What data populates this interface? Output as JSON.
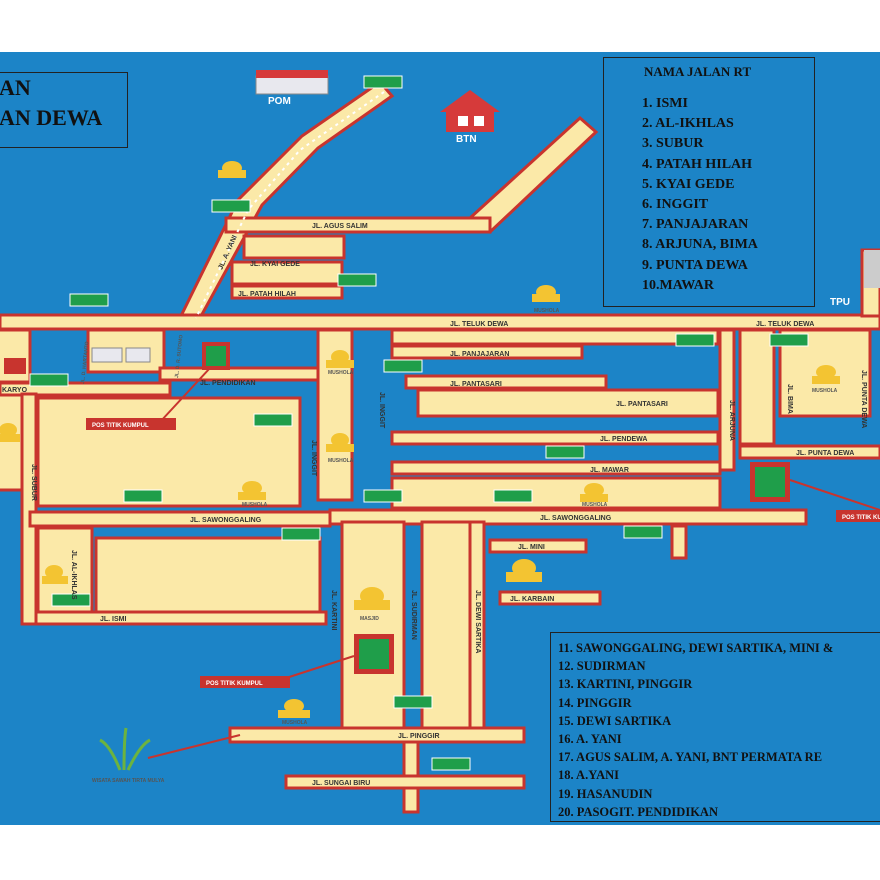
{
  "title": {
    "line1": "AN",
    "line2": "AN DEWA"
  },
  "legend_top": {
    "heading": "NAMA JALAN RT",
    "items": [
      "1.  ISMI",
      "2.  AL-IKHLAS",
      "3.  SUBUR",
      "4.  PATAH HILAH",
      "5.  KYAI GEDE",
      "6.  INGGIT",
      "7.  PANJAJARAN",
      "8.  ARJUNA, BIMA",
      "9.  PUNTA DEWA",
      "10.MAWAR"
    ]
  },
  "legend_bottom": {
    "items": [
      "11. SAWONGGALING, DEWI SARTIKA, MINI &",
      "12. SUDIRMAN",
      "13. KARTINI, PINGGIR",
      "14. PINGGIR",
      "15. DEWI SARTIKA",
      "16. A. YANI",
      "17. AGUS SALIM, A. YANI, BNT PERMATA RE",
      "18. A.YANI",
      "19. HASANUDIN",
      "20. PASOGIT. PENDIDIKAN"
    ]
  },
  "places": {
    "pom": "POM",
    "btn": "BTN",
    "tpu": "TPU",
    "wisata": "WISATA SAWAH TIRTA MULYA"
  },
  "streets": {
    "agus_salim": "JL. AGUS SALIM",
    "a_yani": "JL. A. YANI",
    "kyai_gede": "JL. KYAI GEDE",
    "patah_hilah": "JL. PATAH HILAH",
    "dr_sutomo": "JL. D. R. SUTOMO",
    "teluk_dewa1": "JL. TELUK DEWA",
    "teluk_dewa2": "JL. TELUK DEWA",
    "panjajaran": "JL. PANJAJARAN",
    "pantasari1": "JL. PANTASARI",
    "pantasari2": "JL. PANTASARI",
    "pendewa": "JL. PENDEWA",
    "mawar": "JL. MAWAR",
    "pendidikan": "JL. PENDIDIKAN",
    "inggit1": "JL. INGGIT",
    "inggit2": "JL. INGGIT",
    "arjuna": "JL. ARJUNA",
    "bima": "JL. BIMA",
    "punta_dewa1": "JL. PUNTA DEWA",
    "punta_dewa2": "JL. PUNTA DEWA",
    "sawonggaling1": "JL. SAWONGGALING",
    "sawonggaling2": "JL. SAWONGGALING",
    "mini": "JL. MINI",
    "karbain": "JL. KARBAIN",
    "subur": "JL. SUBUR",
    "al_ikhlas": "JL. AL-IKHLAS",
    "ismi": "JL. ISMI",
    "kartini": "JL. KARTINI",
    "sudirman": "JL. SUDIRMAN",
    "dewi_sartika": "JL. DEWI SARTIKA",
    "pinggir": "JL. PINGGIR",
    "sungai_biru": "JL. SUNGAI BIRU",
    "hartanto": "JL. D. HARTANTO",
    "karyo": "KARYO"
  },
  "pos_titik_kumpul": "POS TITIK KUMPUL",
  "musholla_label": "MUSHOLA",
  "masjid_label": "MASJID",
  "colors": {
    "water": "#1c84c7",
    "road": "#fbe9a8",
    "road_border": "#c8342e",
    "exit_sign": "#1f9e4a"
  }
}
